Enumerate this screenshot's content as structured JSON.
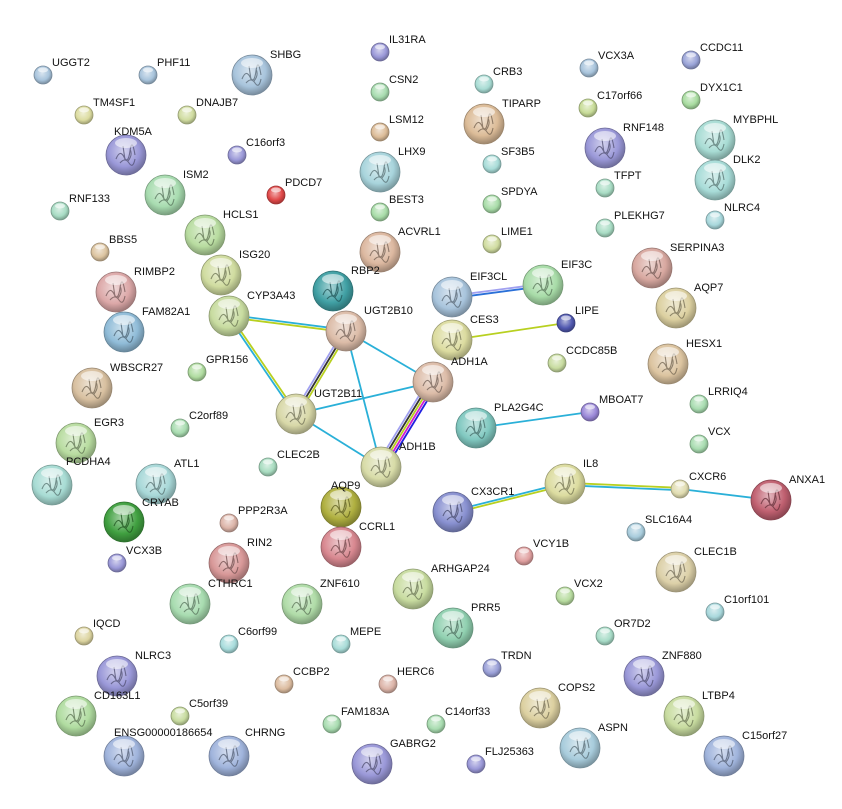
{
  "network": {
    "nodes": [
      {
        "label": "UGGT2",
        "color": "#a8c4dc",
        "structure": false
      },
      {
        "label": "PHF11",
        "color": "#a8c4dc",
        "structure": false
      },
      {
        "label": "SHBG",
        "color": "#a8c4dc",
        "structure": true
      },
      {
        "label": "IL31RA",
        "color": "#9a98d8",
        "structure": false
      },
      {
        "label": "CSN2",
        "color": "#a8dcb0",
        "structure": false
      },
      {
        "label": "CRB3",
        "color": "#a8dcd4",
        "structure": false
      },
      {
        "label": "VCX3A",
        "color": "#a8c4dc",
        "structure": false
      },
      {
        "label": "CCDC11",
        "color": "#9aa4d8",
        "structure": false
      },
      {
        "label": "TM4SF1",
        "color": "#dcdca0",
        "structure": false
      },
      {
        "label": "DNAJB7",
        "color": "#d0dca0",
        "structure": false
      },
      {
        "label": "LSM12",
        "color": "#dcbc98",
        "structure": false
      },
      {
        "label": "TIPARP",
        "color": "#dcbc98",
        "structure": true
      },
      {
        "label": "C17orf66",
        "color": "#c8dc98",
        "structure": false
      },
      {
        "label": "DYX1C1",
        "color": "#a8dca0",
        "structure": false
      },
      {
        "label": "KDM5A",
        "color": "#9a98d8",
        "structure": true
      },
      {
        "label": "C16orf3",
        "color": "#9a98d8",
        "structure": false
      },
      {
        "label": "LHX9",
        "color": "#a8d4dc",
        "structure": true
      },
      {
        "label": "SF3B5",
        "color": "#a8dcd8",
        "structure": false
      },
      {
        "label": "RNF148",
        "color": "#9a98d8",
        "structure": true
      },
      {
        "label": "MYBPHL",
        "color": "#a8dcd4",
        "structure": true
      },
      {
        "label": "ISM2",
        "color": "#a8dcb0",
        "structure": true
      },
      {
        "label": "PDCD7",
        "color": "#e04848",
        "structure": false
      },
      {
        "label": "TFPT",
        "color": "#a8dcc4",
        "structure": false
      },
      {
        "label": "DLK2",
        "color": "#a8dcd8",
        "structure": true
      },
      {
        "label": "SPDYA",
        "color": "#a8dca8",
        "structure": false
      },
      {
        "label": "RNF133",
        "color": "#a8dcc4",
        "structure": false
      },
      {
        "label": "BEST3",
        "color": "#a8dca8",
        "structure": false
      },
      {
        "label": "PLEKHG7",
        "color": "#a8dcc4",
        "structure": false
      },
      {
        "label": "NLRC4",
        "color": "#a8d8dc",
        "structure": false
      },
      {
        "label": "HCLS1",
        "color": "#b8dca0",
        "structure": true
      },
      {
        "label": "ACVRL1",
        "color": "#dcb8a0",
        "structure": true
      },
      {
        "label": "LIME1",
        "color": "#d0dca0",
        "structure": false
      },
      {
        "label": "BBS5",
        "color": "#dcc4a0",
        "structure": false
      },
      {
        "label": "ISG20",
        "color": "#d0dca0",
        "structure": true
      },
      {
        "label": "RBP2",
        "color": "#40a0a4",
        "structure": true
      },
      {
        "label": "EIF3CL",
        "color": "#a8c4dc",
        "structure": true
      },
      {
        "label": "EIF3C",
        "color": "#a8dca8",
        "structure": true
      },
      {
        "label": "SERPINA3",
        "color": "#d8a8a0",
        "structure": true
      },
      {
        "label": "RIMBP2",
        "color": "#dca8a8",
        "structure": true
      },
      {
        "label": "CYP3A43",
        "color": "#c8dca0",
        "structure": true
      },
      {
        "label": "UGT2B10",
        "color": "#dcbca8",
        "structure": true
      },
      {
        "label": "LIPE",
        "color": "#5058b0",
        "structure": false
      },
      {
        "label": "AQP7",
        "color": "#dcd0a0",
        "structure": true
      },
      {
        "label": "FAM82A1",
        "color": "#90bcd8",
        "structure": true
      },
      {
        "label": "CES3",
        "color": "#dcdca0",
        "structure": true
      },
      {
        "label": "GPR156",
        "color": "#b0dca0",
        "structure": false
      },
      {
        "label": "CCDC85B",
        "color": "#c8dca0",
        "structure": false
      },
      {
        "label": "ADH1A",
        "color": "#dcbca8",
        "structure": true
      },
      {
        "label": "HESX1",
        "color": "#dcc4a0",
        "structure": true
      },
      {
        "label": "WBSCR27",
        "color": "#d8c0a0",
        "structure": true
      },
      {
        "label": "MBOAT7",
        "color": "#9a88d8",
        "structure": false
      },
      {
        "label": "LRRIQ4",
        "color": "#a8dcb0",
        "structure": false
      },
      {
        "label": "C2orf89",
        "color": "#a8dcb0",
        "structure": false
      },
      {
        "label": "UGT2B11",
        "color": "#d8d8a8",
        "structure": true
      },
      {
        "label": "PLA2G4C",
        "color": "#80c8c0",
        "structure": true
      },
      {
        "label": "EGR3",
        "color": "#b8dca0",
        "structure": true
      },
      {
        "label": "VCX",
        "color": "#a8dcb0",
        "structure": false
      },
      {
        "label": "ADH1B",
        "color": "#d8dca8",
        "structure": true
      },
      {
        "label": "PCDHA4",
        "color": "#a8dcd4",
        "structure": true
      },
      {
        "label": "ATL1",
        "color": "#a8d8d8",
        "structure": true
      },
      {
        "label": "CLEC2B",
        "color": "#a8dcc0",
        "structure": false
      },
      {
        "label": "IL8",
        "color": "#dcdca0",
        "structure": true
      },
      {
        "label": "CXCR6",
        "color": "#e0dcb0",
        "structure": false
      },
      {
        "label": "ANXA1",
        "color": "#c06070",
        "structure": true
      },
      {
        "label": "CX3CR1",
        "color": "#8890d0",
        "structure": true
      },
      {
        "label": "CRYAB",
        "color": "#40a040",
        "structure": true
      },
      {
        "label": "AQP9",
        "color": "#b0b040",
        "structure": true
      },
      {
        "label": "PPP2R3A",
        "color": "#dcb4a8",
        "structure": false
      },
      {
        "label": "SLC16A4",
        "color": "#a8ccdc",
        "structure": false
      },
      {
        "label": "CCRL1",
        "color": "#d88890",
        "structure": true
      },
      {
        "label": "RIN2",
        "color": "#d89898",
        "structure": true
      },
      {
        "label": "VCX3B",
        "color": "#9a98d8",
        "structure": false
      },
      {
        "label": "VCY1B",
        "color": "#e0a0a0",
        "structure": false
      },
      {
        "label": "CLEC1B",
        "color": "#dcd0a8",
        "structure": true
      },
      {
        "label": "ARHGAP24",
        "color": "#c8dca0",
        "structure": true
      },
      {
        "label": "CTHRC1",
        "color": "#a8dcb0",
        "structure": true
      },
      {
        "label": "ZNF610",
        "color": "#b0dca8",
        "structure": true
      },
      {
        "label": "VCX2",
        "color": "#b8dca0",
        "structure": false
      },
      {
        "label": "C1orf101",
        "color": "#a8d8dc",
        "structure": false
      },
      {
        "label": "PRR5",
        "color": "#90d0b0",
        "structure": true
      },
      {
        "label": "IQCD",
        "color": "#dcd4a0",
        "structure": false
      },
      {
        "label": "C6orf99",
        "color": "#a8dcdc",
        "structure": false
      },
      {
        "label": "MEPE",
        "color": "#a8dcd8",
        "structure": false
      },
      {
        "label": "OR7D2",
        "color": "#a8dcc8",
        "structure": false
      },
      {
        "label": "NLRC3",
        "color": "#9a98d8",
        "structure": true
      },
      {
        "label": "CCBP2",
        "color": "#dcbca0",
        "structure": false
      },
      {
        "label": "HERC6",
        "color": "#dcb4a8",
        "structure": false
      },
      {
        "label": "TRDN",
        "color": "#9aa0d8",
        "structure": false
      },
      {
        "label": "ZNF880",
        "color": "#9a98d8",
        "structure": true
      },
      {
        "label": "CD163L1",
        "color": "#b0dca0",
        "structure": true
      },
      {
        "label": "C5orf39",
        "color": "#c8dca0",
        "structure": false
      },
      {
        "label": "FAM183A",
        "color": "#a8dcb0",
        "structure": false
      },
      {
        "label": "C14orf33",
        "color": "#a8dcb0",
        "structure": false
      },
      {
        "label": "COPS2",
        "color": "#dcd0a0",
        "structure": true
      },
      {
        "label": "LTBP4",
        "color": "#c8dca0",
        "structure": true
      },
      {
        "label": "ENSG00000186654",
        "color": "#a0b4dc",
        "structure": true
      },
      {
        "label": "CHRNG",
        "color": "#a0b4dc",
        "structure": true
      },
      {
        "label": "GABRG2",
        "color": "#9a98d8",
        "structure": true
      },
      {
        "label": "FLJ25363",
        "color": "#9a98d8",
        "structure": false
      },
      {
        "label": "ASPN",
        "color": "#a8ccdc",
        "structure": true
      },
      {
        "label": "C15orf27",
        "color": "#a0b4dc",
        "structure": true
      }
    ],
    "edges": [
      {
        "source": "CYP3A43",
        "target": "UGT2B10",
        "colors": [
          "#2ab0d8",
          "#b8d020"
        ]
      },
      {
        "source": "CYP3A43",
        "target": "UGT2B11",
        "colors": [
          "#b8d020",
          "#2ab0d8"
        ]
      },
      {
        "source": "UGT2B10",
        "target": "UGT2B11",
        "colors": [
          "#b8d020",
          "#333333",
          "#a0a0f0"
        ]
      },
      {
        "source": "UGT2B10",
        "target": "ADH1A",
        "colors": [
          "#2ab0d8"
        ]
      },
      {
        "source": "UGT2B10",
        "target": "ADH1B",
        "colors": [
          "#2ab0d8"
        ]
      },
      {
        "source": "UGT2B11",
        "target": "ADH1A",
        "colors": [
          "#2ab0d8"
        ]
      },
      {
        "source": "UGT2B11",
        "target": "ADH1B",
        "colors": [
          "#2ab0d8"
        ]
      },
      {
        "source": "ADH1A",
        "target": "ADH1B",
        "colors": [
          "#2020e0",
          "#d020d0",
          "#b8d020",
          "#333333",
          "#a0a0f0"
        ]
      },
      {
        "source": "EIF3CL",
        "target": "EIF3C",
        "colors": [
          "#a0a0f0",
          "#2a70d8"
        ]
      },
      {
        "source": "CES3",
        "target": "LIPE",
        "colors": [
          "#b8d020"
        ]
      },
      {
        "source": "PLA2G4C",
        "target": "MBOAT7",
        "colors": [
          "#2ab0d8"
        ]
      },
      {
        "source": "CX3CR1",
        "target": "IL8",
        "colors": [
          "#2ab0d8",
          "#b8d020"
        ]
      },
      {
        "source": "IL8",
        "target": "CXCR6",
        "colors": [
          "#b8d020",
          "#2ab0d8"
        ]
      },
      {
        "source": "CXCR6",
        "target": "ANXA1",
        "colors": [
          "#2ab0d8"
        ]
      }
    ]
  }
}
